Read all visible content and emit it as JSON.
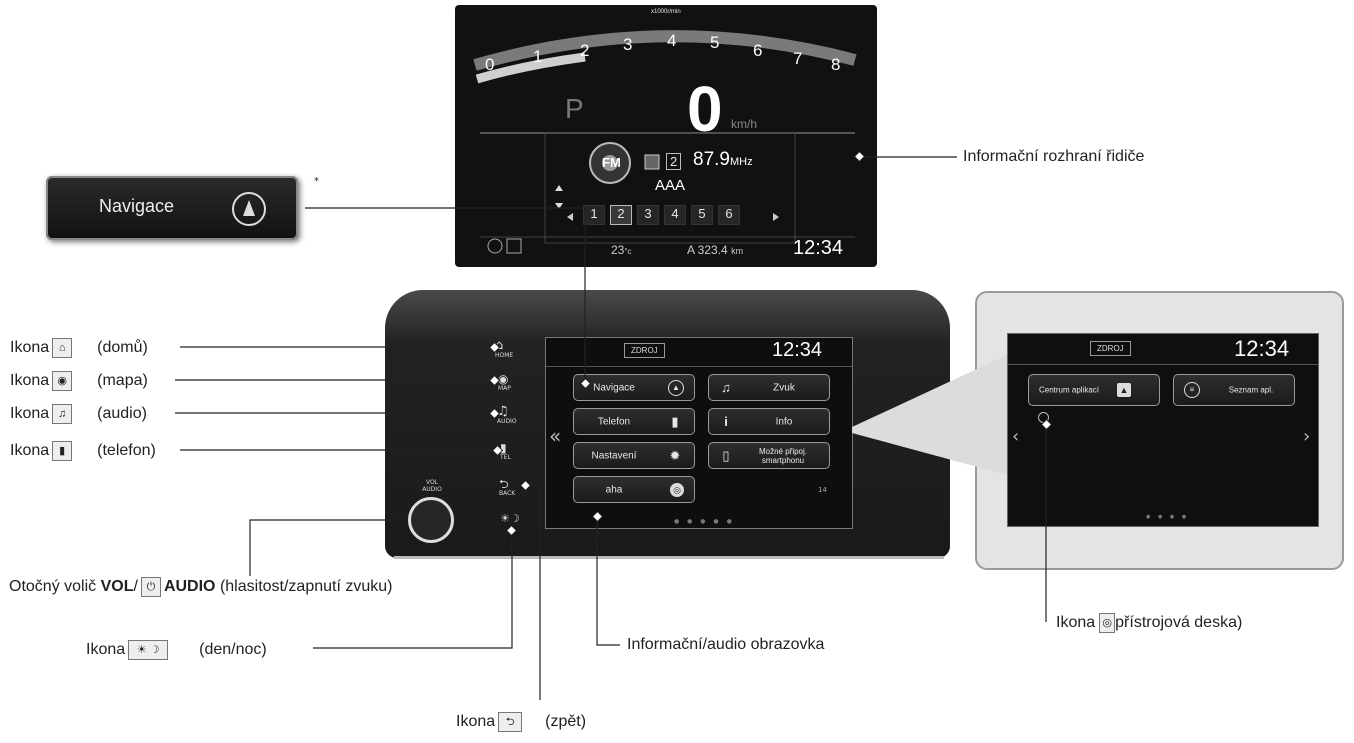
{
  "cluster": {
    "tach_unit": "x1000r/min",
    "tach_numbers": [
      "0",
      "1",
      "2",
      "3",
      "4",
      "5",
      "6",
      "7",
      "8"
    ],
    "gear": "P",
    "speed": "0",
    "speed_unit": "km/h",
    "band": "FM",
    "preset_num": "2",
    "frequency": "87.9",
    "freq_unit": "MHz",
    "station": "AAA",
    "presets": [
      "1",
      "2",
      "3",
      "4",
      "5",
      "6"
    ],
    "temp": "23",
    "temp_unit": "°c",
    "trip": "A 323.4",
    "trip_unit": "km",
    "clock": "12:34"
  },
  "callout": {
    "navigace_label": "Navigace",
    "asterisk": "*"
  },
  "labels": {
    "informacni_rozhrani": "Informační rozhraní řidiče",
    "ikona": "Ikona",
    "domu": "(domů)",
    "mapa": "(mapa)",
    "audio": "(audio)",
    "telefon": "(telefon)",
    "vol_prefix": "Otočný volič",
    "vol_bold": "VOL",
    "vol_slash": "/",
    "vol_audio_bold": "AUDIO",
    "vol_suffix": "(hlasitost/zapnutí zvuku)",
    "den_noc": "(den/noc)",
    "zpet": "(zpět)",
    "obrazovka": "Informační/audio obrazovka",
    "pristrojova": "přístrojová deska)"
  },
  "head_unit": {
    "btn_home": "HOME",
    "btn_map": "MAP",
    "btn_audio": "AUDIO",
    "btn_tel": "TEL",
    "btn_back": "BACK",
    "btn_vol": "VOL",
    "btn_vol2": "AUDIO",
    "source_label": "ZDROJ",
    "clock": "12:34",
    "tiles": {
      "navigace": "Navigace",
      "zvuk": "Zvuk",
      "telefon": "Telefon",
      "info": "Info",
      "nastaveni": "Nastavení",
      "mozne_pripoj": "Možné připoj. smartphonu",
      "aha": "aha",
      "badge": "14"
    }
  },
  "zoom_screen": {
    "source_label": "ZDROJ",
    "clock": "12:34",
    "centrum": "Centrum aplikací",
    "seznam": "Seznam apl."
  }
}
